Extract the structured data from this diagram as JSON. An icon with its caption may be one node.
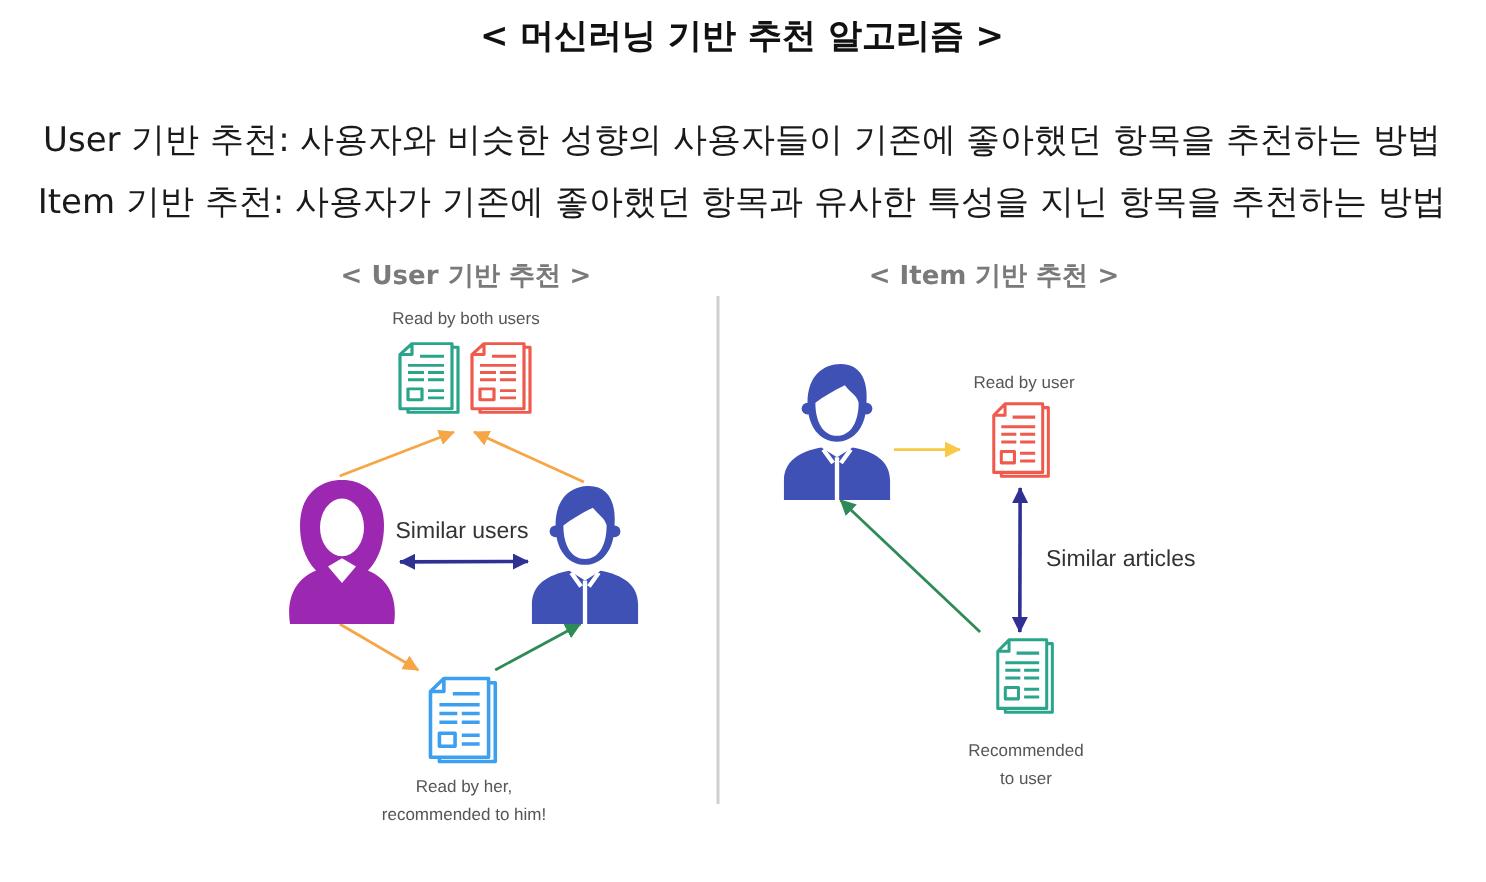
{
  "diagram": {
    "title": "< 머신러닝 기반 추천 알고리즘 >",
    "nodes": [
      {
        "text": [
          "Read by both users"
        ]
      },
      {
        "text": [],
        "shape": "person"
      },
      {
        "text": [],
        "shape": "person"
      },
      {
        "text": [
          "Read by her, recommended to him!"
        ]
      },
      {
        "text": [],
        "shape": "person"
      },
      {
        "text": [
          "Read by user"
        ]
      },
      {
        "text": [
          "Recommended to user"
        ]
      }
    ],
    "edges": [
      {
        "from": 1,
        "to": 0,
        "arrow": "to"
      },
      {
        "from": 2,
        "to": 0,
        "arrow": "to"
      },
      {
        "from": 1,
        "to": 2,
        "arrow": "both",
        "label": "Similar users",
        "color": "#2e3192"
      },
      {
        "from": 1,
        "to": 3,
        "arrow": "to"
      },
      {
        "from": 3,
        "to": 2,
        "arrow": "to",
        "color": "#2e8b57"
      },
      {
        "from": 4,
        "to": 5,
        "arrow": "to",
        "color": "#f9c846"
      },
      {
        "from": 5,
        "to": 6,
        "arrow": "both",
        "label": "Similar articles",
        "color": "#2e3192"
      },
      {
        "from": 6,
        "to": 4,
        "arrow": "to",
        "color": "#2e8b57"
      }
    ],
    "labels": [
      "User 기반 추천: 사용자와 비슷한 성향의 사용자들이 기존에 좋아했던 항목을 추천하는 방법",
      "Item 기반 추천: 사용자가 기존에 좋아했던 항목과 유사한 특성을 지닌 항목을 추천하는 방법",
      "< User 기반 추천 >",
      "< Item 기반 추천 >"
    ]
  }
}
